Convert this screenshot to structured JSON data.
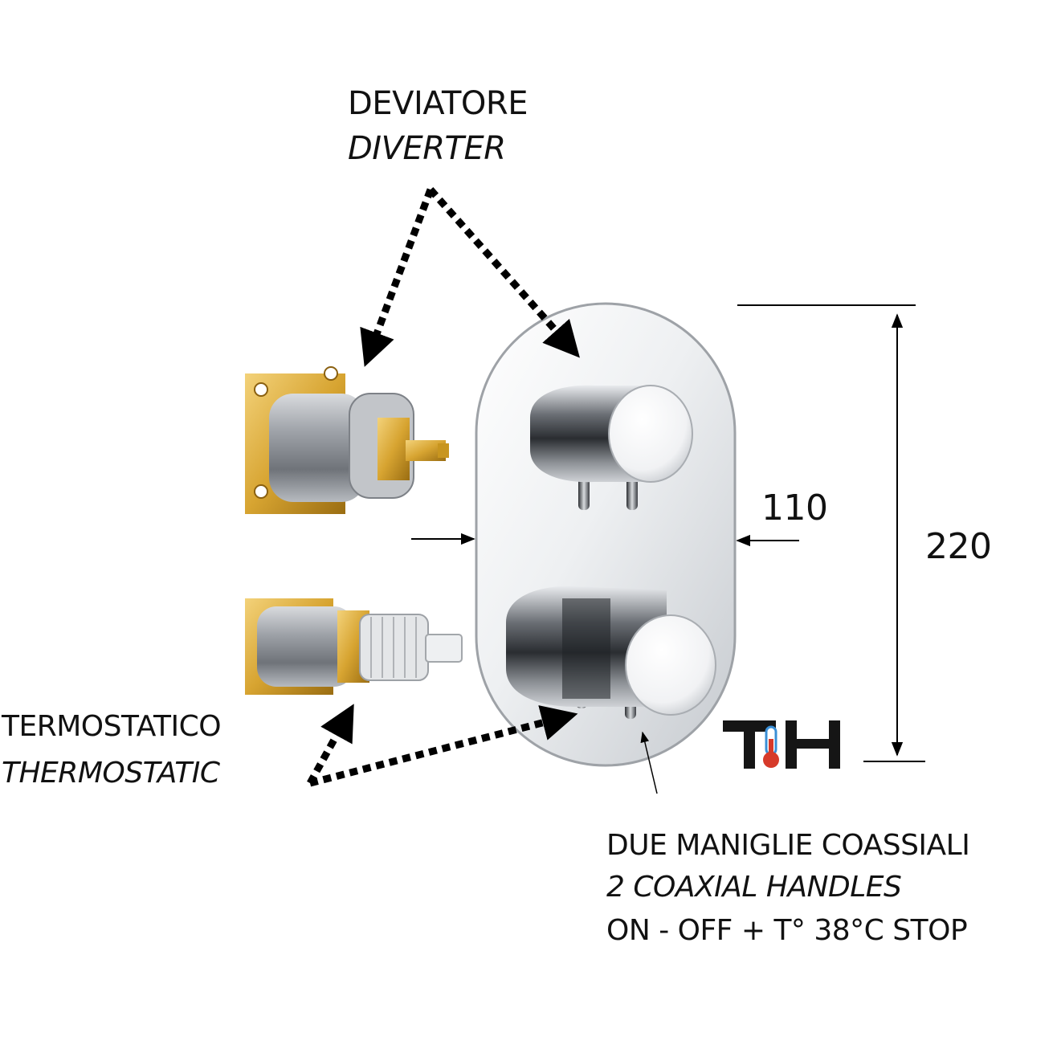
{
  "labels": {
    "diverter_it": "DEVIATORE",
    "diverter_en": "DIVERTER",
    "thermo_it": "TERMOSTATICO",
    "thermo_en": "THERMOSTATIC",
    "handles_it": "DUE MANIGLIE COASSIALI",
    "handles_en": "2 COAXIAL HANDLES",
    "handles_spec": "ON - OFF + T°   38°C STOP"
  },
  "dimensions": {
    "width": "110",
    "height": "220"
  },
  "logo": {
    "text": "TH"
  },
  "colors": {
    "text": "#111111",
    "line": "#000000",
    "brass": "#d7a431",
    "chrome": "#c9ccd0",
    "thermo_red": "#d63a2a",
    "thermo_blue": "#3a8fd6"
  }
}
